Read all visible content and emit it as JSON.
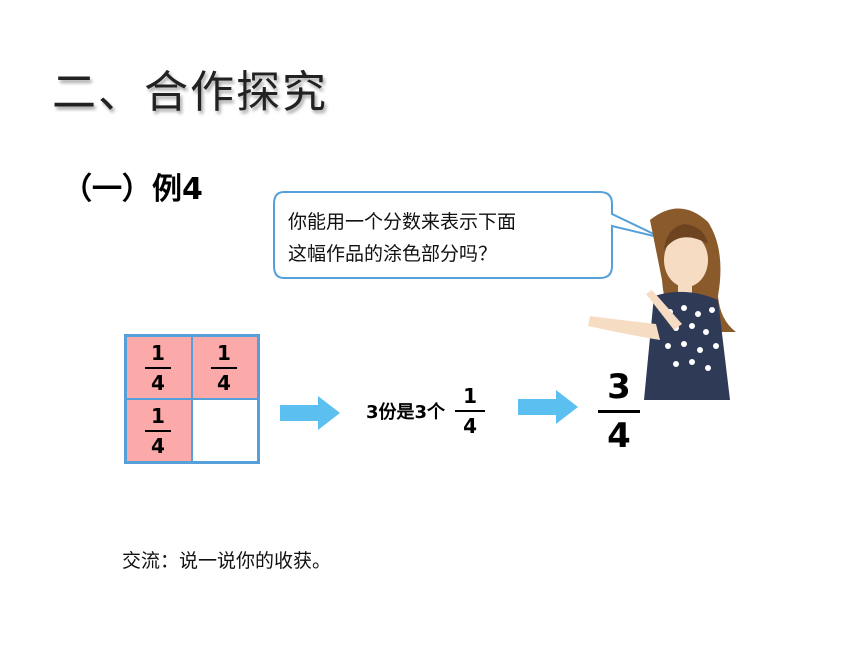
{
  "section_title": "二、合作探究",
  "example_title": "（一）例4",
  "speech_bubble": {
    "line1": "你能用一个分数来表示下面",
    "line2": "这幅作品的涂色部分吗？"
  },
  "grid": {
    "cells": [
      {
        "shaded": true,
        "numerator": "1",
        "denominator": "4"
      },
      {
        "shaded": true,
        "numerator": "1",
        "denominator": "4"
      },
      {
        "shaded": true,
        "numerator": "1",
        "denominator": "4"
      },
      {
        "shaded": false
      }
    ],
    "shaded_color": "#fba9a9",
    "border_color": "#55a0d8"
  },
  "statement": {
    "text": "3份是3个",
    "numerator": "1",
    "denominator": "4"
  },
  "result": {
    "numerator": "3",
    "denominator": "4"
  },
  "arrow_color": "#5bc0f0",
  "discussion": "交流：说一说你的收获。"
}
